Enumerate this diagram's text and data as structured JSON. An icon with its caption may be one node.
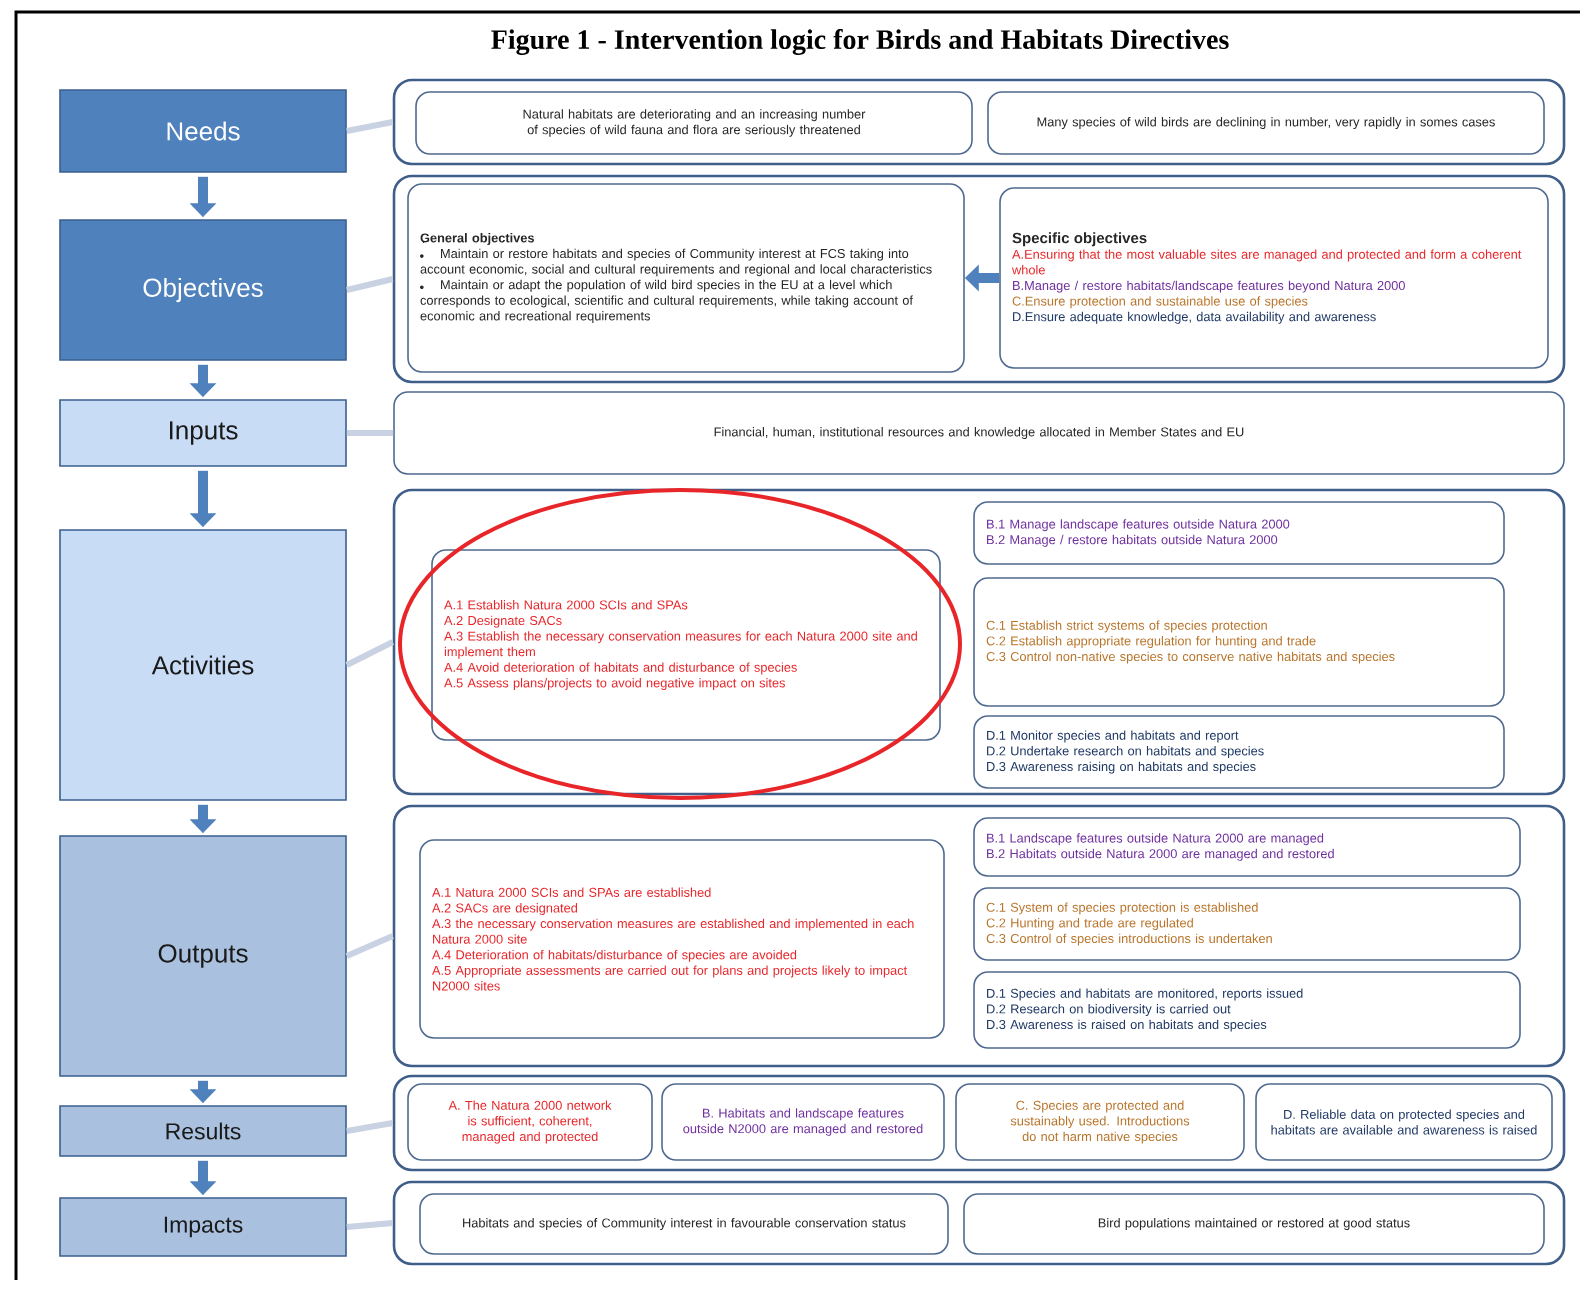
{
  "diagram": {
    "title": "Figure 1 - Intervention logic for Birds and Habitats Directives",
    "nodes": [
      {
        "text": [
          "Needs"
        ]
      },
      {
        "text": [
          "Objectives"
        ]
      },
      {
        "text": [
          "Inputs"
        ]
      },
      {
        "text": [
          "Activities"
        ]
      },
      {
        "text": [
          "Outputs"
        ]
      },
      {
        "text": [
          "Results"
        ]
      },
      {
        "text": [
          "Impacts"
        ]
      },
      {
        "text": [],
        "shape": "box"
      },
      {
        "text": [
          "Natural habitats are deteriorating and an increasing number of species of wild fauna and flora are seriously threatened"
        ],
        "in": 7
      },
      {
        "text": [
          "Many species of wild birds are declining in number, very rapidly in somes cases"
        ],
        "in": 7
      },
      {
        "text": [],
        "shape": "box"
      },
      {
        "text": [
          "General objectives",
          "Maintain or restore habitats and species of Community interest at FCS taking into account economic, social and cultural requirements and regional and local characteristics",
          "Maintain or adapt the population of wild bird species in the EU at a level which corresponds to ecological, scientific and cultural requirements, while taking account of economic and recreational requirements"
        ],
        "in": 10
      },
      {
        "text": [
          "Specific objectives",
          "A.Ensuring that the most valuable sites are managed and protected and form a coherent whole",
          "B.Manage / restore habitats/landscape features beyond Natura 2000",
          "C.Ensure protection and sustainable use of species",
          "D.Ensure adequate knowledge, data availability and awareness"
        ],
        "in": 10
      },
      {
        "text": [
          "Financial, human, institutional resources and knowledge allocated in Member States and EU"
        ]
      },
      {
        "text": [],
        "shape": "box"
      },
      {
        "text": [
          "A.1 Establish Natura 2000 SCIs and SPAs",
          "A.2 Designate SACs",
          "A.3 Establish the necessary conservation measures for each Natura 2000 site and implement them",
          "A.4 Avoid deterioration of habitats and disturbance of species",
          "A.5 Assess plans/projects to avoid negative impact on sites"
        ],
        "in": 14
      },
      {
        "text": [
          "B.1 Manage landscape features outside Natura 2000",
          "B.2 Manage / restore habitats outside Natura 2000"
        ],
        "in": 14
      },
      {
        "text": [
          "C.1 Establish strict systems of species protection",
          "C.2 Establish appropriate regulation for hunting and trade",
          "C.3 Control non-native species to conserve native habitats and species"
        ],
        "in": 14
      },
      {
        "text": [
          "D.1 Monitor species and habitats and report",
          "D.2 Undertake research on habitats and species",
          "D.3 Awareness raising on habitats and species"
        ],
        "in": 14
      },
      {
        "text": [],
        "shape": "box"
      },
      {
        "text": [
          "A.1 Natura 2000 SCIs and SPAs are established",
          "A.2 SACs are designated",
          "A.3 the necessary conservation measures are established and implemented in each Natura 2000 site",
          "A.4 Deterioration of habitats/disturbance of species are avoided",
          "A.5 Appropriate assessments are carried out for plans and projects likely to impact N2000 sites"
        ],
        "in": 19
      },
      {
        "text": [
          "B.1 Landscape features outside Natura 2000 are managed",
          "B.2 Habitats outside Natura 2000 are managed and restored"
        ],
        "in": 19
      },
      {
        "text": [
          "C.1 System of species protection is established",
          "C.2 Hunting and trade are regulated",
          "C.3 Control of species introductions is undertaken"
        ],
        "in": 19
      },
      {
        "text": [
          "D.1 Species and habitats are monitored, reports issued",
          "D.2 Research on biodiversity is carried out",
          "D.3 Awareness is raised on habitats and species"
        ],
        "in": 19
      },
      {
        "text": [],
        "shape": "box"
      },
      {
        "text": [
          "A. The Natura 2000 network is sufficient, coherent, managed and protected"
        ],
        "in": 24
      },
      {
        "text": [
          "B. Habitats and landscape features outside N2000 are managed and restored"
        ],
        "in": 24
      },
      {
        "text": [
          "C. Species are protected and sustainably used. Introductions do not harm native species"
        ],
        "in": 24
      },
      {
        "text": [
          "D. Reliable data on protected species and habitats are available and awareness is raised"
        ],
        "in": 24
      },
      {
        "text": [],
        "shape": "box"
      },
      {
        "text": [
          "Habitats and species of Community interest in favourable conservation status"
        ],
        "in": 29
      },
      {
        "text": [
          "Bird populations maintained or restored at good status"
        ],
        "in": 29
      }
    ],
    "edges": [
      {
        "from": 0,
        "to": 1,
        "arrow": "to"
      },
      {
        "from": 1,
        "to": 2,
        "arrow": "to"
      },
      {
        "from": 2,
        "to": 3,
        "arrow": "to"
      },
      {
        "from": 3,
        "to": 4,
        "arrow": "to"
      },
      {
        "from": 4,
        "to": 5,
        "arrow": "to"
      },
      {
        "from": 5,
        "to": 6,
        "arrow": "to"
      },
      {
        "from": 12,
        "to": 11,
        "arrow": "to"
      },
      {
        "from": 0,
        "to": 7,
        "arrow": "none",
        "color": "#c8d2e2"
      },
      {
        "from": 1,
        "to": 10,
        "arrow": "none",
        "color": "#c8d2e2"
      },
      {
        "from": 2,
        "to": 13,
        "arrow": "none",
        "color": "#c8d2e2"
      },
      {
        "from": 3,
        "to": 14,
        "arrow": "none",
        "color": "#c8d2e2"
      },
      {
        "from": 4,
        "to": 19,
        "arrow": "none",
        "color": "#c8d2e2"
      },
      {
        "from": 5,
        "to": 24,
        "arrow": "none",
        "color": "#c8d2e2"
      },
      {
        "from": 6,
        "to": 29,
        "arrow": "none",
        "color": "#c8d2e2"
      }
    ]
  }
}
